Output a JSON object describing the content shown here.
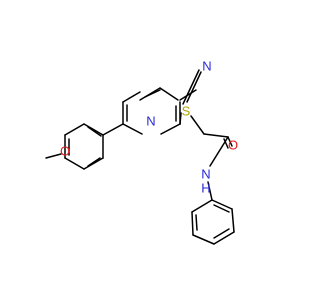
{
  "colors": {
    "carbon_bond": "#000000",
    "nitrogen": "#2a2ad6",
    "oxygen": "#e01f1f",
    "sulfur": "#b3a200",
    "background": "#ffffff"
  },
  "atoms": {
    "nitrile_N": {
      "text": "N",
      "element": "N"
    },
    "pyridine_N": {
      "text": "N",
      "element": "N"
    },
    "thioether_S": {
      "text": "S",
      "element": "S"
    },
    "carbonyl_O": {
      "text": "O",
      "element": "O"
    },
    "methoxy_O": {
      "text": "O",
      "element": "O"
    },
    "amide_N": {
      "text": "N",
      "element": "N"
    },
    "amide_H": {
      "text": "H",
      "element": "N"
    }
  }
}
